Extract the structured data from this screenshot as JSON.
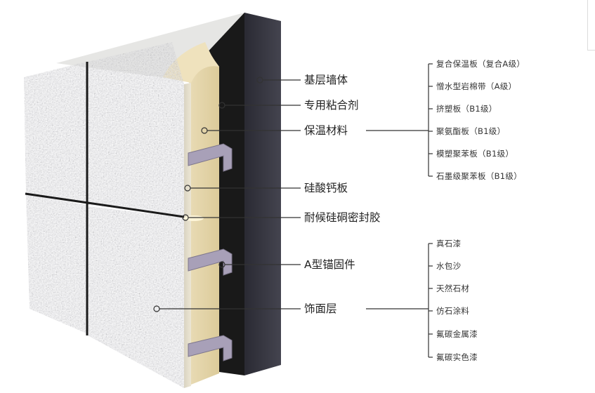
{
  "layers": [
    {
      "key": "base-wall",
      "label": "基层墙体"
    },
    {
      "key": "adhesive",
      "label": "专用粘合剂"
    },
    {
      "key": "insulation",
      "label": "保温材料"
    },
    {
      "key": "calcium-silicate-board",
      "label": "硅酸钙板"
    },
    {
      "key": "sealant",
      "label": "耐候硅硐密封胶"
    },
    {
      "key": "anchor",
      "label": "A型锚固件"
    },
    {
      "key": "finish",
      "label": "饰面层"
    }
  ],
  "insulation_options": [
    "复合保温板（复合A级）",
    "憎水型岩棉带（A级）",
    "挤塑板（B1级）",
    "聚氨酯板（B1级）",
    "模塑聚苯板（B1级）",
    "石墨级聚苯板（B1级）"
  ],
  "finish_options": [
    "真石漆",
    "水包沙",
    "天然石材",
    "仿石涂料",
    "氟碳金属漆",
    "氟碳实色漆"
  ],
  "colors": {
    "wall": "#3a3a45",
    "wall_top": "#e6e6e4",
    "insulation": "#eadcb5",
    "adhesive": "#191919",
    "board_edge": "#d6d0c0",
    "anchor": "#a8a0b8",
    "stone": "#9a9a98",
    "joint": "#1a1a1a",
    "leader": "#333333"
  }
}
